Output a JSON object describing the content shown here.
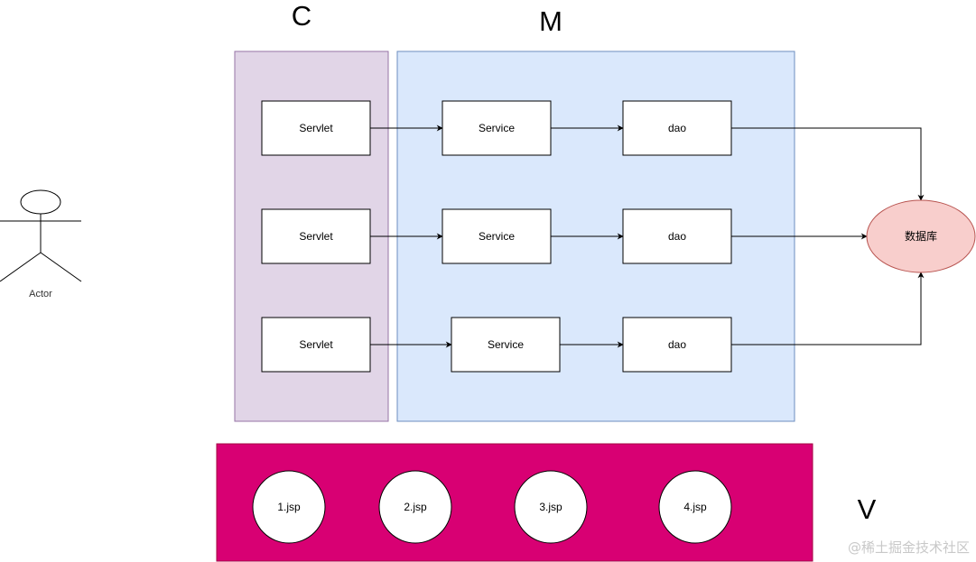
{
  "colors": {
    "controller_fill": "#e1d5e7",
    "controller_stroke": "#9673a6",
    "model_fill": "#dae8fc",
    "model_stroke": "#6c8ebf",
    "view_fill": "#d80073",
    "view_stroke": "#a50040",
    "database_fill": "#f8cecc",
    "database_stroke": "#b85450",
    "node_fill": "#ffffff",
    "node_stroke": "#000000"
  },
  "sections": {
    "controller_label": "C",
    "model_label": "M",
    "view_label": "V"
  },
  "actor": {
    "label": "Actor",
    "icon": "stick-figure-icon"
  },
  "controller": {
    "servlets": [
      "Servlet",
      "Servlet",
      "Servlet"
    ]
  },
  "model": {
    "services": [
      "Service",
      "Service",
      "Service"
    ],
    "daos": [
      "dao",
      "dao",
      "dao"
    ]
  },
  "database": {
    "label": "数据库"
  },
  "view": {
    "pages": [
      "1.jsp",
      "2.jsp",
      "3.jsp",
      "4.jsp"
    ]
  },
  "watermark": "@稀土掘金技术社区"
}
